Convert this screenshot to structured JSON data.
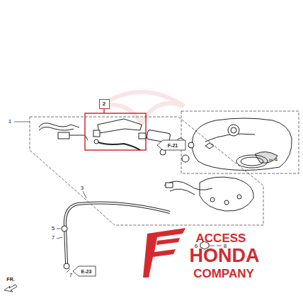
{
  "diagram": {
    "nodes": [
      {
        "text": [
          "2"
        ]
      }
    ],
    "labels": [
      "1",
      "3",
      "4",
      "5",
      "7",
      "7",
      "6",
      "8",
      "F-21",
      "E-23",
      "FR.",
      "ACCESS",
      "HONDA",
      "COMPANY"
    ]
  }
}
